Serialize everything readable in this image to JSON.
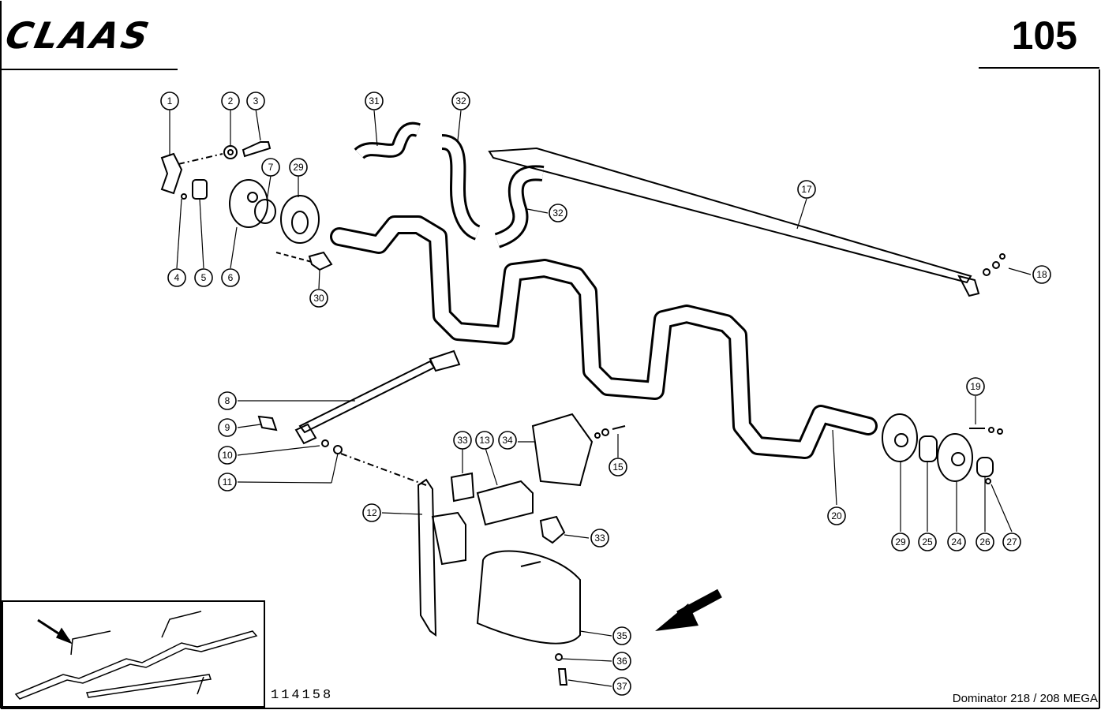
{
  "header": {
    "brand": "CLAAS",
    "page_number": "105"
  },
  "footer": {
    "drawing_number": "114158",
    "model": "Dominator 218 / 208 MEGA"
  },
  "callouts": {
    "c1": "1",
    "c2": "2",
    "c3": "3",
    "c4": "4",
    "c5": "5",
    "c6": "6",
    "c7": "7",
    "c8": "8",
    "c9": "9",
    "c10": "10",
    "c11": "11",
    "c12": "12",
    "c13": "13",
    "c15": "15",
    "c17": "17",
    "c18": "18",
    "c19": "19",
    "c20": "20",
    "c24": "24",
    "c25": "25",
    "c26": "26",
    "c27": "27",
    "c29a": "29",
    "c29b": "29",
    "c30": "30",
    "c31": "31",
    "c32a": "32",
    "c32b": "32",
    "c33a": "33",
    "c33b": "33",
    "c34": "34",
    "c35": "35",
    "c36": "36",
    "c37": "37"
  }
}
